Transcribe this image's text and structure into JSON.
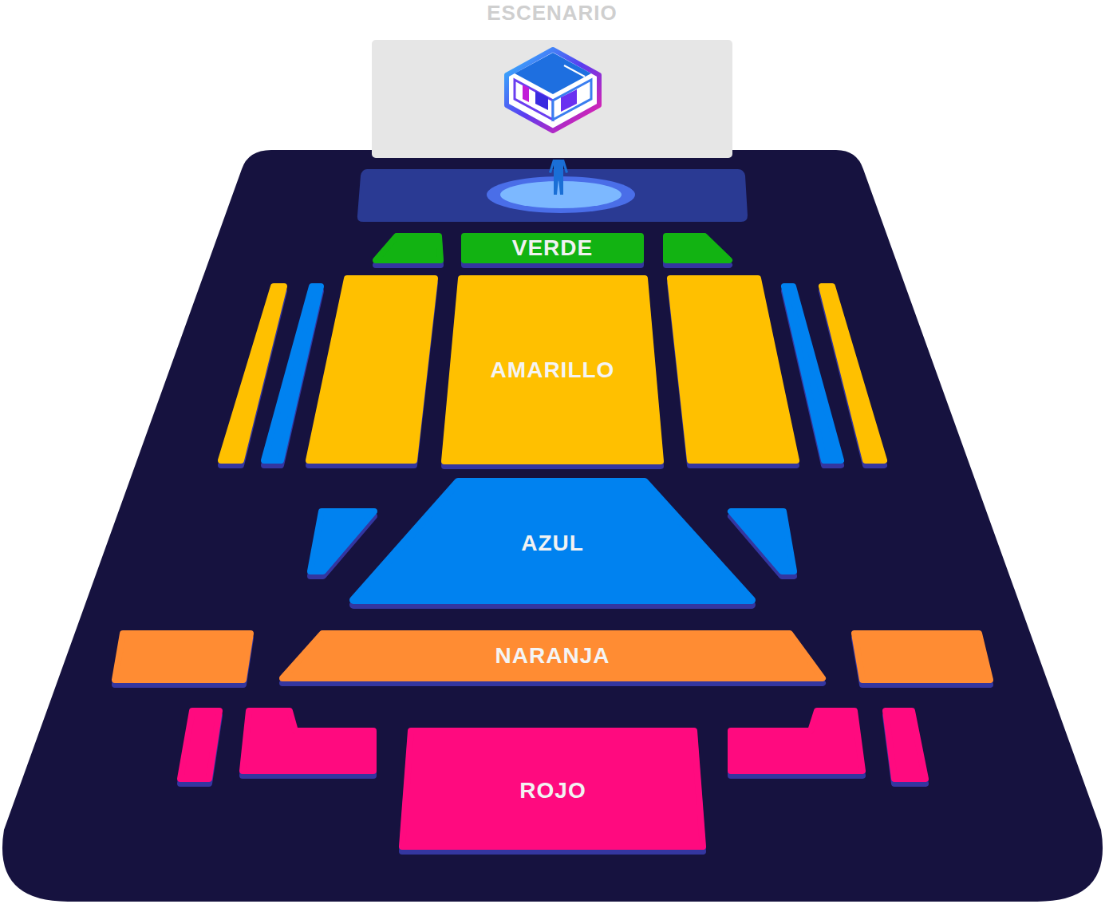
{
  "diagram": {
    "nodes": [
      {
        "text": [
          "ESCENARIO"
        ]
      },
      {
        "text": [
          "VERDE"
        ]
      },
      {
        "text": [
          "AMARILLO"
        ]
      },
      {
        "text": [
          "AZUL"
        ]
      },
      {
        "text": [
          "NARANJA"
        ]
      },
      {
        "text": [
          "ROJO"
        ]
      }
    ]
  }
}
